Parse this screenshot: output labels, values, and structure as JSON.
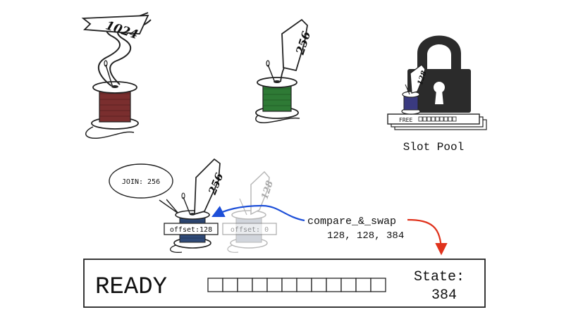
{
  "spools": {
    "red": {
      "ribbon_label": "1024",
      "color": "#7a2e2e"
    },
    "green": {
      "ribbon_label": "256",
      "color": "#2e7a35"
    },
    "blue": {
      "ribbon_label": "256",
      "offset_label": "offset:128",
      "color": "#2f4a78"
    },
    "ghost": {
      "ribbon_label": "128",
      "offset_label": "offset: 0",
      "color": "#9aa3b3"
    }
  },
  "slot_pool": {
    "title": "Slot Pool",
    "ribbon_label": "128",
    "free_label": "FREE",
    "lock_color": "#2b2b2b",
    "spool_color": "#3a3a80"
  },
  "join_bubble": {
    "text": "JOIN: 256"
  },
  "cas": {
    "label": "compare_&_swap",
    "args": "128, 128, 384",
    "arrow_left_color": "#1d4fd8",
    "arrow_down_color": "#e0321c"
  },
  "status_bar": {
    "state_word": "READY",
    "state_label": "State:",
    "state_value": "384",
    "slot_count": 12
  }
}
